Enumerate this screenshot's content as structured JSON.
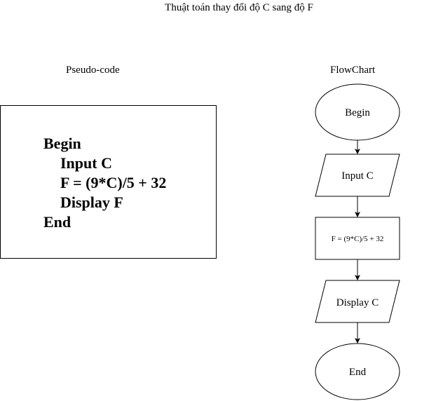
{
  "title": "Thuật toán thay đổi độ C sang độ F",
  "pseudo": {
    "label": "Pseudo-code",
    "lines": [
      "Begin",
      "Input C",
      "F = (9*C)/5 + 32",
      "Display F",
      "End"
    ]
  },
  "flowchart": {
    "label": "FlowChart",
    "nodes": {
      "begin": "Begin",
      "input": "Input C",
      "process": "F = (9*C)/5 + 32",
      "display": "Display C",
      "end": "End"
    }
  }
}
